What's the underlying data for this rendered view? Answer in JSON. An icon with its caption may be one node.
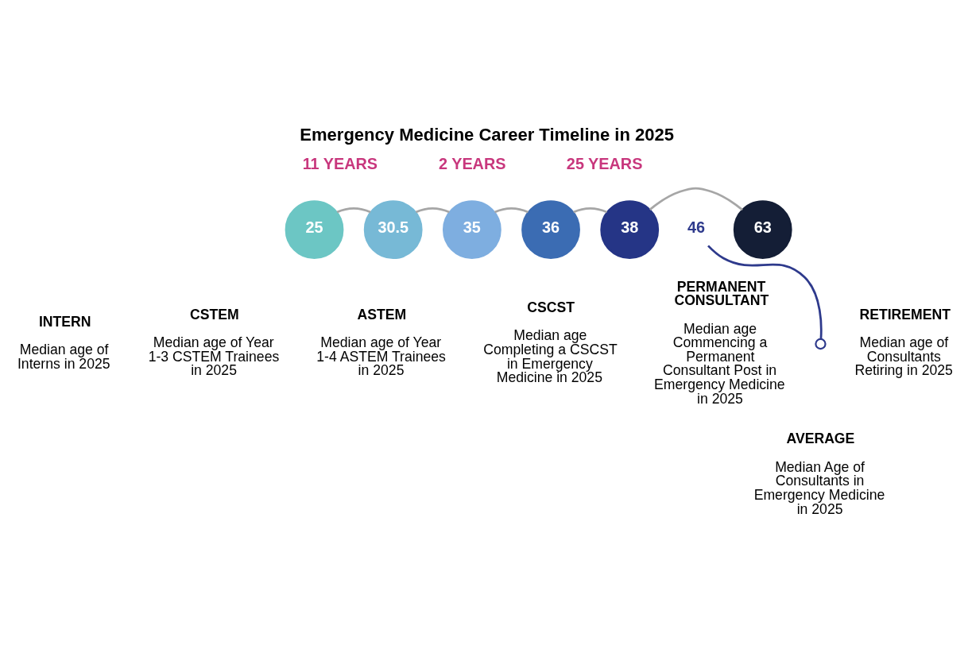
{
  "diagram": {
    "title": "Emergency Medicine Career Timeline in 2025",
    "nodes": [
      {
        "text": [
          "25"
        ],
        "beside": [
          "INTERN",
          "Median age of Interns in 2025"
        ]
      },
      {
        "text": [
          "30.5"
        ],
        "beside": [
          "CSTEM",
          "Median age of Year 1-3 CSTEM Trainees in 2025"
        ]
      },
      {
        "text": [
          "35"
        ],
        "beside": [
          "ASTEM",
          "Median age of Year 1-4 ASTEM Trainees in 2025"
        ]
      },
      {
        "text": [
          "36"
        ],
        "beside": [
          "CSCST",
          "Median age Completing a CSCST in Emergency Medicine in 2025"
        ]
      },
      {
        "text": [
          "38"
        ],
        "beside": [
          "PERMANENT CONSULTANT",
          "Median age Commencing a Permanent Consultant Post in Emergency Medicine in 2025"
        ]
      },
      {
        "text": [
          "46"
        ]
      },
      {
        "text": [
          "63"
        ],
        "beside": [
          "RETIREMENT",
          "Median age of Consultants Retiring in 2025"
        ]
      },
      {
        "text": [],
        "shape": "circle",
        "beside": [
          "AVERAGE",
          "Median Age of Consultants in Emergency Medicine in 2025"
        ]
      }
    ],
    "edges": [
      {
        "from": 0,
        "to": 1,
        "arrow": "none"
      },
      {
        "from": 1,
        "to": 2,
        "arrow": "none"
      },
      {
        "from": 2,
        "to": 3,
        "arrow": "none"
      },
      {
        "from": 3,
        "to": 4,
        "arrow": "none"
      },
      {
        "from": 4,
        "to": 6,
        "arrow": "none"
      },
      {
        "from": 5,
        "to": 7,
        "arrow": "none",
        "color": "#2e3a8c"
      }
    ],
    "labels": [
      "11 YEARS",
      "2 YEARS",
      "25 YEARS"
    ]
  }
}
